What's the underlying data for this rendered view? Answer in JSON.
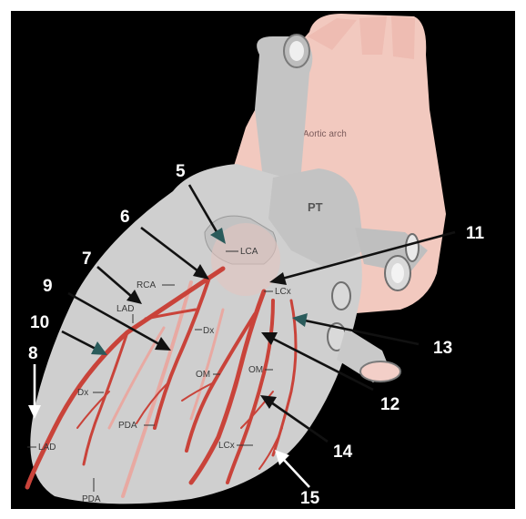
{
  "diagram": {
    "structure_labels": {
      "aortic_arch": "Aortic arch",
      "pt": "PT",
      "lca": "LCA",
      "lcx_top": "LCx",
      "rca": "RCA",
      "lad_top": "LAD",
      "dx_center": "Dx",
      "dx_left": "Dx",
      "om_left": "OM",
      "om_right": "OM",
      "pda_center": "PDA",
      "pda_bottom": "PDA",
      "lad_bottom": "LAD",
      "lcx_bottom": "LCx"
    },
    "callout_numbers": {
      "n5": "5",
      "n6": "6",
      "n7": "7",
      "n8": "8",
      "n9": "9",
      "n10": "10",
      "n11": "11",
      "n12": "12",
      "n13": "13",
      "n14": "14",
      "n15": "15"
    },
    "colors": {
      "background": "#000000",
      "heart": "#cfcfcf",
      "aorta": "#f2c9bf",
      "artery": "#c9433a",
      "artery_faint": "#e8a9a2"
    }
  }
}
